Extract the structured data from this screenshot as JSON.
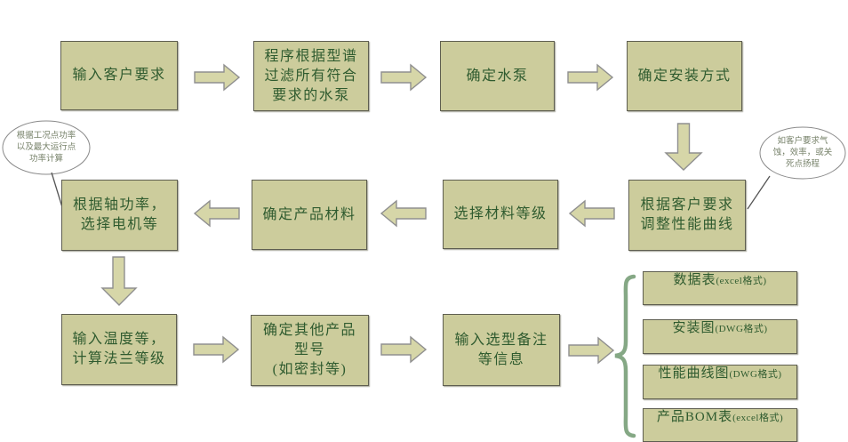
{
  "diagram": {
    "type": "flowchart",
    "subject": "pump-selection-process",
    "background": "#ffffff"
  },
  "colors": {
    "box_fill": "#cccc9c",
    "box_border": "#5e5e50",
    "box_text": "#2f5b2f",
    "arrow_fill": "#d6d6a8",
    "arrow_stroke": "#8f8f8f",
    "brace": "#85a885",
    "callout_text": "#77826a",
    "callout_border": "#8a8a8a"
  },
  "steps": {
    "s1": {
      "lines": [
        "输入客户要求"
      ]
    },
    "s2": {
      "lines": [
        "程序根据型谱",
        "过滤所有符合",
        "要求的水泵"
      ]
    },
    "s3": {
      "lines": [
        "确定水泵"
      ]
    },
    "s4": {
      "lines": [
        "确定安装方式"
      ]
    },
    "s5": {
      "lines": [
        "根据轴功率，",
        "选择电机等"
      ]
    },
    "s6": {
      "lines": [
        "确定产品材料"
      ]
    },
    "s7": {
      "lines": [
        "选择材料等级"
      ]
    },
    "s8": {
      "lines": [
        "根据客户要求",
        "调整性能曲线"
      ]
    },
    "s9": {
      "lines": [
        "输入温度等，",
        "计算法兰等级"
      ]
    },
    "s10": {
      "lines": [
        "确定其他产品",
        "型号",
        "(如密封等)"
      ]
    },
    "s11": {
      "lines": [
        "输入选型备注",
        "等信息"
      ]
    }
  },
  "callouts": {
    "left": {
      "lines": [
        "根据工况点功率",
        "以及最大运行点",
        "功率计算"
      ]
    },
    "right": {
      "lines": [
        "如客户要求气",
        "蚀，效率，或关",
        "死点扬程"
      ]
    }
  },
  "outputs": [
    {
      "name": "数据表",
      "format": "(excel格式)"
    },
    {
      "name": "安装图",
      "format": "(DWG格式)"
    },
    {
      "name": "性能曲线图",
      "format": "(DWG格式)"
    },
    {
      "name": "产品BOM表",
      "format": "(excel格式)"
    }
  ]
}
